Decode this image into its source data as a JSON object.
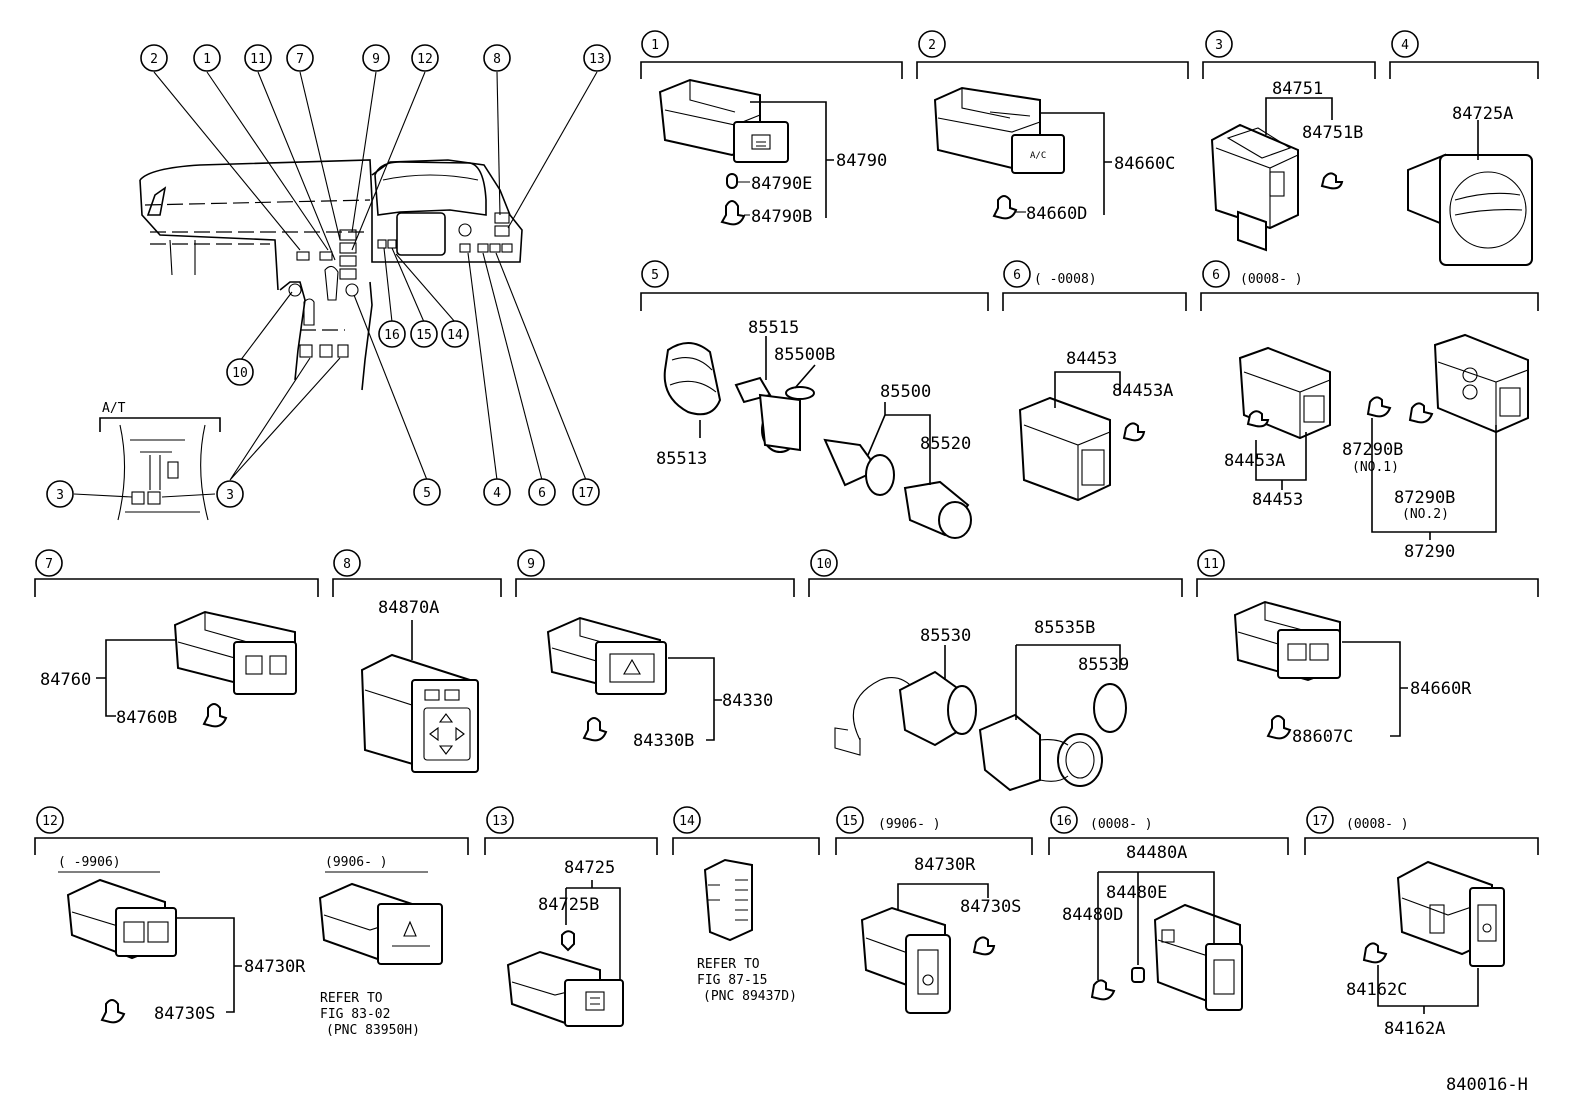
{
  "overview": {
    "at_label": "A/T",
    "callouts": [
      "1",
      "2",
      "3",
      "4",
      "5",
      "6",
      "7",
      "8",
      "9",
      "10",
      "11",
      "12",
      "13",
      "14",
      "15",
      "16",
      "17"
    ]
  },
  "sections": {
    "s1": {
      "num": "1",
      "parts": [
        "84790",
        "84790E",
        "84790B"
      ]
    },
    "s2": {
      "num": "2",
      "parts": [
        "84660C",
        "84660D"
      ],
      "ac": "A/C"
    },
    "s3": {
      "num": "3",
      "parts": [
        "84751",
        "84751B"
      ]
    },
    "s4": {
      "num": "4",
      "parts": [
        "84725A"
      ]
    },
    "s5": {
      "num": "5",
      "parts": [
        "85515",
        "85500B",
        "85500",
        "85520",
        "85513"
      ]
    },
    "s6a": {
      "num": "6",
      "range": "(     -0008)",
      "parts": [
        "84453",
        "84453A"
      ]
    },
    "s6b": {
      "num": "6",
      "range": "(0008-      )",
      "parts": [
        "84453A",
        "84453",
        "87290B",
        "(NO.1)",
        "87290B",
        "(NO.2)",
        "87290"
      ]
    },
    "s7": {
      "num": "7",
      "parts": [
        "84760",
        "84760B"
      ]
    },
    "s8": {
      "num": "8",
      "parts": [
        "84870A"
      ]
    },
    "s9": {
      "num": "9",
      "parts": [
        "84330",
        "84330B"
      ]
    },
    "s10": {
      "num": "10",
      "parts": [
        "85530",
        "85535B",
        "85539"
      ]
    },
    "s11": {
      "num": "11",
      "parts": [
        "84660R",
        "88607C"
      ]
    },
    "s12": {
      "num": "12",
      "range_left": "(     -9906)",
      "range_right": "(9906-      )",
      "parts": [
        "84730R",
        "84730S"
      ],
      "refer": [
        "REFER TO",
        "FIG 83-02",
        "(PNC 83950H)"
      ]
    },
    "s13": {
      "num": "13",
      "parts": [
        "84725",
        "84725B"
      ]
    },
    "s14": {
      "num": "14",
      "refer": [
        "REFER TO",
        "FIG 87-15",
        "(PNC 89437D)"
      ]
    },
    "s15": {
      "num": "15",
      "range": "(9906-      )",
      "parts": [
        "84730R",
        "84730S"
      ]
    },
    "s16": {
      "num": "16",
      "range": "(0008-      )",
      "parts": [
        "84480A",
        "84480E",
        "84480D"
      ]
    },
    "s17": {
      "num": "17",
      "range": "(0008-      )",
      "parts": [
        "84162C",
        "84162A"
      ]
    }
  },
  "figure_id": "840016-H"
}
